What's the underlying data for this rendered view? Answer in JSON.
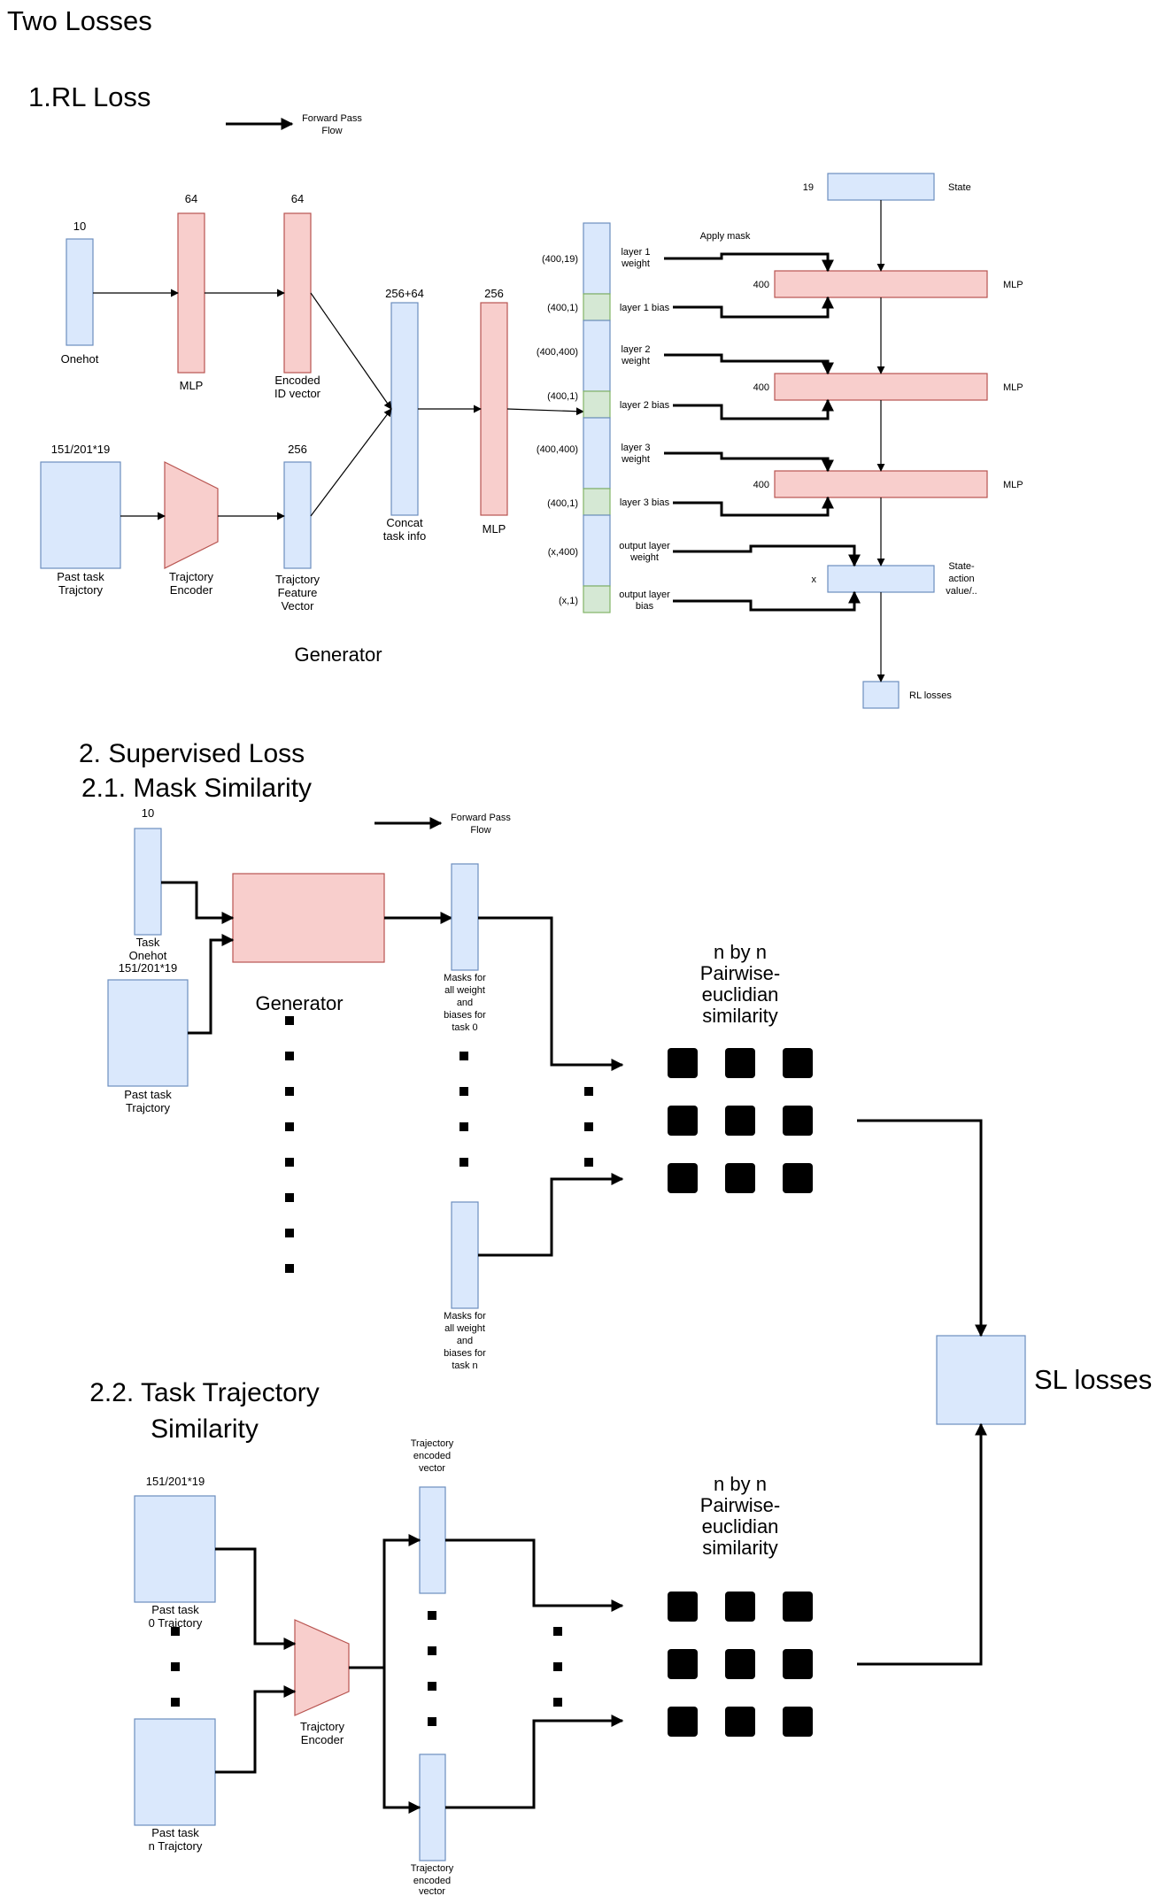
{
  "titles": {
    "main": "Two Losses",
    "rl": "1.RL Loss",
    "sl": "2. Supervised Loss",
    "mask": "2.1. Mask Similarity",
    "traj1": "2.2. Task Trajectory",
    "traj2": "Similarity"
  },
  "legend": {
    "line1": "Forward Pass",
    "line2": "Flow"
  },
  "generator_part": {
    "onehot_dim": "10",
    "onehot_label": "Onehot",
    "mlp_dim": "64",
    "mlp_label": "MLP",
    "encoded_dim": "64",
    "encoded_label1": "Encoded",
    "encoded_label2": "ID vector",
    "past_dim": "151/201*19",
    "past_label1": "Past task",
    "past_label2": "Trajctory",
    "encoder_label1": "Trajctory",
    "encoder_label2": "Encoder",
    "feature_dim": "256",
    "feature_label1": "Trajctory",
    "feature_label2": "Feature",
    "feature_label3": "Vector",
    "concat_dim": "256+64",
    "concat_label1": "Concat",
    "concat_label2": "task info",
    "mlp2_dim": "256",
    "mlp2_label": "MLP",
    "generator_label": "Generator"
  },
  "output_column": [
    {
      "shape": "(400,19)",
      "label1": "layer 1",
      "label2": "weight"
    },
    {
      "shape": "(400,1)",
      "label1": "layer 1 bias",
      "label2": ""
    },
    {
      "shape": "(400,400)",
      "label1": "layer 2",
      "label2": "weight"
    },
    {
      "shape": "(400,1)",
      "label1": "layer 2 bias",
      "label2": ""
    },
    {
      "shape": "(400,400)",
      "label1": "layer 3",
      "label2": "weight"
    },
    {
      "shape": "(400,1)",
      "label1": "layer 3 bias",
      "label2": ""
    },
    {
      "shape": "(x,400)",
      "label1": "output layer",
      "label2": "weight"
    },
    {
      "shape": "(x,1)",
      "label1": "output layer",
      "label2": "bias"
    }
  ],
  "policy": {
    "state_dim": "19",
    "state_label": "State",
    "apply_mask": "Apply mask",
    "layer_dims": [
      "400",
      "400",
      "400"
    ],
    "mlp_label": "MLP",
    "out_dim": "x",
    "out_label1": "State-",
    "out_label2": "action",
    "out_label3": "value/..",
    "rl_losses": "RL losses"
  },
  "mask_section": {
    "onehot_dim": "10",
    "onehot_label1": "Task",
    "onehot_label2": "Onehot",
    "past_dim": "151/201*19",
    "past_label1": "Past task",
    "past_label2": "Trajctory",
    "generator_label": "Generator",
    "mask0_lines": [
      "Masks for",
      "all weight",
      "and",
      "biases for",
      "task 0"
    ],
    "maskn_lines": [
      "Masks for",
      "all weight",
      "and",
      "biases for",
      "task n"
    ],
    "sim_lines": [
      "n by n",
      "Pairwise-",
      "euclidian",
      "similarity"
    ]
  },
  "sl_losses": "SL losses",
  "traj_section": {
    "past_dim": "151/201*19",
    "past0_label1": "Past task",
    "past0_label2": "0 Trajctory",
    "pastn_label1": "Past task",
    "pastn_label2": "n Trajctory",
    "encoder_label1": "Trajctory",
    "encoder_label2": "Encoder",
    "vec_top_lines": [
      "Trajectory",
      "encoded",
      "vector"
    ],
    "vec_bot_lines": [
      "Trajectory",
      "encoded",
      "vector"
    ],
    "sim_lines": [
      "n by n",
      "Pairwise-",
      "euclidian",
      "similarity"
    ]
  }
}
